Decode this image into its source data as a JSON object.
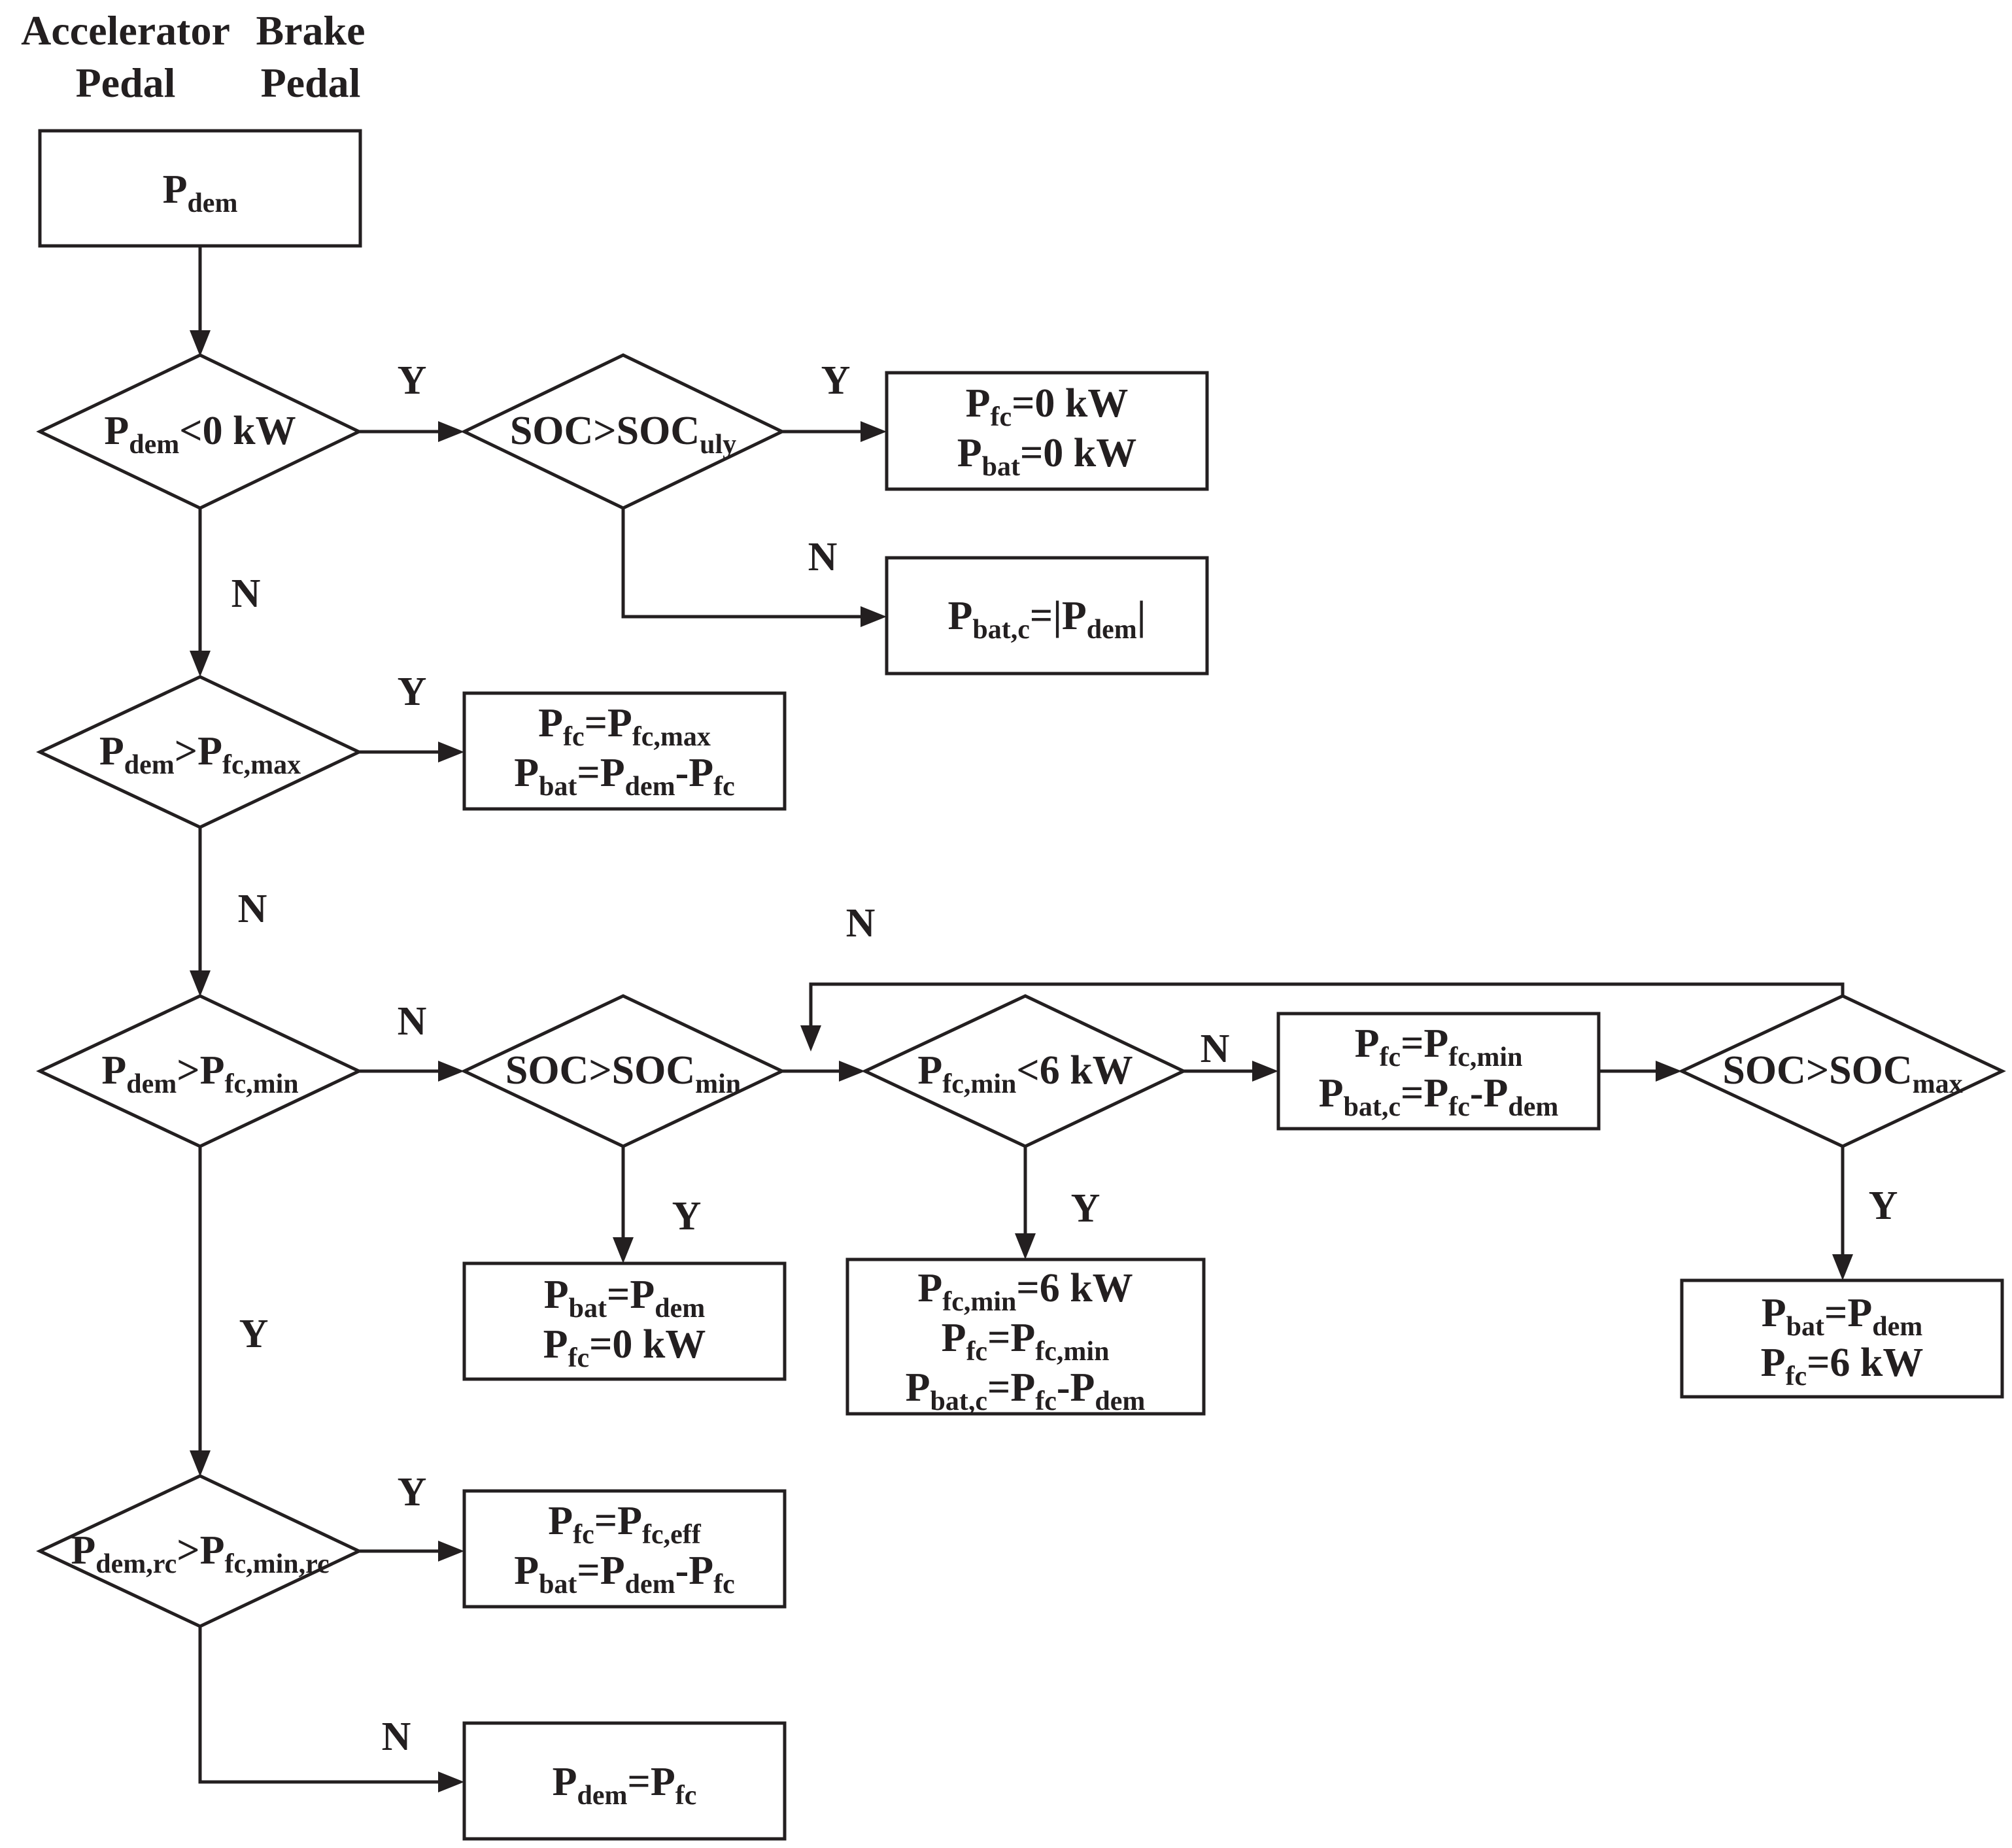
{
  "header": {
    "accelerator_line1": "Accelerator",
    "accelerator_line2": "Pedal",
    "brake_line1": "Brake",
    "brake_line2": "Pedal"
  },
  "nodes": {
    "p_dem": [
      [
        {
          "t": "P",
          "s": false
        },
        {
          "t": "dem",
          "s": true
        }
      ]
    ],
    "d_dem_lt0": [
      [
        {
          "t": "P",
          "s": false
        },
        {
          "t": "dem",
          "s": true
        },
        {
          "t": "<0 kW",
          "s": false
        }
      ]
    ],
    "d_soc_uly": [
      [
        {
          "t": "SOC>SOC",
          "s": false
        },
        {
          "t": "uly",
          "s": true
        }
      ]
    ],
    "r_fc0_bat0": [
      [
        {
          "t": "P",
          "s": false
        },
        {
          "t": "fc",
          "s": true
        },
        {
          "t": "=0 kW",
          "s": false
        }
      ],
      [
        {
          "t": "P",
          "s": false
        },
        {
          "t": "bat",
          "s": true
        },
        {
          "t": "=0 kW",
          "s": false
        }
      ]
    ],
    "r_batc_abs": [
      [
        {
          "t": "P",
          "s": false
        },
        {
          "t": "bat,c",
          "s": true
        },
        {
          "t": "=|P",
          "s": false
        },
        {
          "t": "dem",
          "s": true
        },
        {
          "t": "|",
          "s": false
        }
      ]
    ],
    "d_dem_gt_fcmax": [
      [
        {
          "t": "P",
          "s": false
        },
        {
          "t": "dem",
          "s": true
        },
        {
          "t": ">P",
          "s": false
        },
        {
          "t": "fc,max",
          "s": true
        }
      ]
    ],
    "r_fcmax": [
      [
        {
          "t": "P",
          "s": false
        },
        {
          "t": "fc",
          "s": true
        },
        {
          "t": "=P",
          "s": false
        },
        {
          "t": "fc,max",
          "s": true
        }
      ],
      [
        {
          "t": "P",
          "s": false
        },
        {
          "t": "bat",
          "s": true
        },
        {
          "t": "=P",
          "s": false
        },
        {
          "t": "dem",
          "s": true
        },
        {
          "t": "-P",
          "s": false
        },
        {
          "t": "fc",
          "s": true
        }
      ]
    ],
    "d_dem_gt_fcmin": [
      [
        {
          "t": "P",
          "s": false
        },
        {
          "t": "dem",
          "s": true
        },
        {
          "t": ">P",
          "s": false
        },
        {
          "t": "fc,min",
          "s": true
        }
      ]
    ],
    "d_soc_min": [
      [
        {
          "t": "SOC>SOC",
          "s": false
        },
        {
          "t": "min",
          "s": true
        }
      ]
    ],
    "d_fcmin_lt6": [
      [
        {
          "t": "P",
          "s": false
        },
        {
          "t": "fc,min",
          "s": true
        },
        {
          "t": "<6 kW",
          "s": false
        }
      ]
    ],
    "r_fc_fcmin_batc": [
      [
        {
          "t": "P",
          "s": false
        },
        {
          "t": "fc",
          "s": true
        },
        {
          "t": "=P",
          "s": false
        },
        {
          "t": "fc,min",
          "s": true
        }
      ],
      [
        {
          "t": "P",
          "s": false
        },
        {
          "t": "bat,c",
          "s": true
        },
        {
          "t": "=P",
          "s": false
        },
        {
          "t": "fc",
          "s": true
        },
        {
          "t": "-P",
          "s": false
        },
        {
          "t": "dem",
          "s": true
        }
      ]
    ],
    "d_soc_max": [
      [
        {
          "t": "SOC>SOC",
          "s": false
        },
        {
          "t": "max",
          "s": true
        }
      ]
    ],
    "r_bat_dem_fc0": [
      [
        {
          "t": "P",
          "s": false
        },
        {
          "t": "bat",
          "s": true
        },
        {
          "t": "=P",
          "s": false
        },
        {
          "t": "dem",
          "s": true
        }
      ],
      [
        {
          "t": "P",
          "s": false
        },
        {
          "t": "fc",
          "s": true
        },
        {
          "t": "=0 kW",
          "s": false
        }
      ]
    ],
    "r_fcmin6": [
      [
        {
          "t": "P",
          "s": false
        },
        {
          "t": "fc,min",
          "s": true
        },
        {
          "t": "=6 kW",
          "s": false
        }
      ],
      [
        {
          "t": "P",
          "s": false
        },
        {
          "t": "fc",
          "s": true
        },
        {
          "t": "=P",
          "s": false
        },
        {
          "t": "fc,min",
          "s": true
        }
      ],
      [
        {
          "t": "P",
          "s": false
        },
        {
          "t": "bat,c",
          "s": true
        },
        {
          "t": "=P",
          "s": false
        },
        {
          "t": "fc",
          "s": true
        },
        {
          "t": "-P",
          "s": false
        },
        {
          "t": "dem",
          "s": true
        }
      ]
    ],
    "r_bat_dem_fc6": [
      [
        {
          "t": "P",
          "s": false
        },
        {
          "t": "bat",
          "s": true
        },
        {
          "t": "=P",
          "s": false
        },
        {
          "t": "dem",
          "s": true
        }
      ],
      [
        {
          "t": "P",
          "s": false
        },
        {
          "t": "fc",
          "s": true
        },
        {
          "t": "=6 kW",
          "s": false
        }
      ]
    ],
    "d_rc": [
      [
        {
          "t": "P",
          "s": false
        },
        {
          "t": "dem,rc",
          "s": true
        },
        {
          "t": ">P",
          "s": false
        },
        {
          "t": "fc,min,rc",
          "s": true
        }
      ]
    ],
    "r_fceff": [
      [
        {
          "t": "P",
          "s": false
        },
        {
          "t": "fc",
          "s": true
        },
        {
          "t": "=P",
          "s": false
        },
        {
          "t": "fc,eff",
          "s": true
        }
      ],
      [
        {
          "t": "P",
          "s": false
        },
        {
          "t": "bat",
          "s": true
        },
        {
          "t": "=P",
          "s": false
        },
        {
          "t": "dem",
          "s": true
        },
        {
          "t": "-P",
          "s": false
        },
        {
          "t": "fc",
          "s": true
        }
      ]
    ],
    "r_dem_eq_fc": [
      [
        {
          "t": "P",
          "s": false
        },
        {
          "t": "dem",
          "s": true
        },
        {
          "t": "=P",
          "s": false
        },
        {
          "t": "fc",
          "s": true
        }
      ]
    ]
  },
  "edge_labels": {
    "e1_y": "Y",
    "e2_y": "Y",
    "e3_n": "N",
    "e4_n": "N",
    "e5_y": "Y",
    "e6_n": "N",
    "e7_n": "N",
    "e8_y": "Y",
    "e9_n": "N",
    "e10_y": "Y",
    "e11_n": "N",
    "e12_y": "Y",
    "e13_y": "Y",
    "e14_y": "Y",
    "e15_n": "N"
  }
}
